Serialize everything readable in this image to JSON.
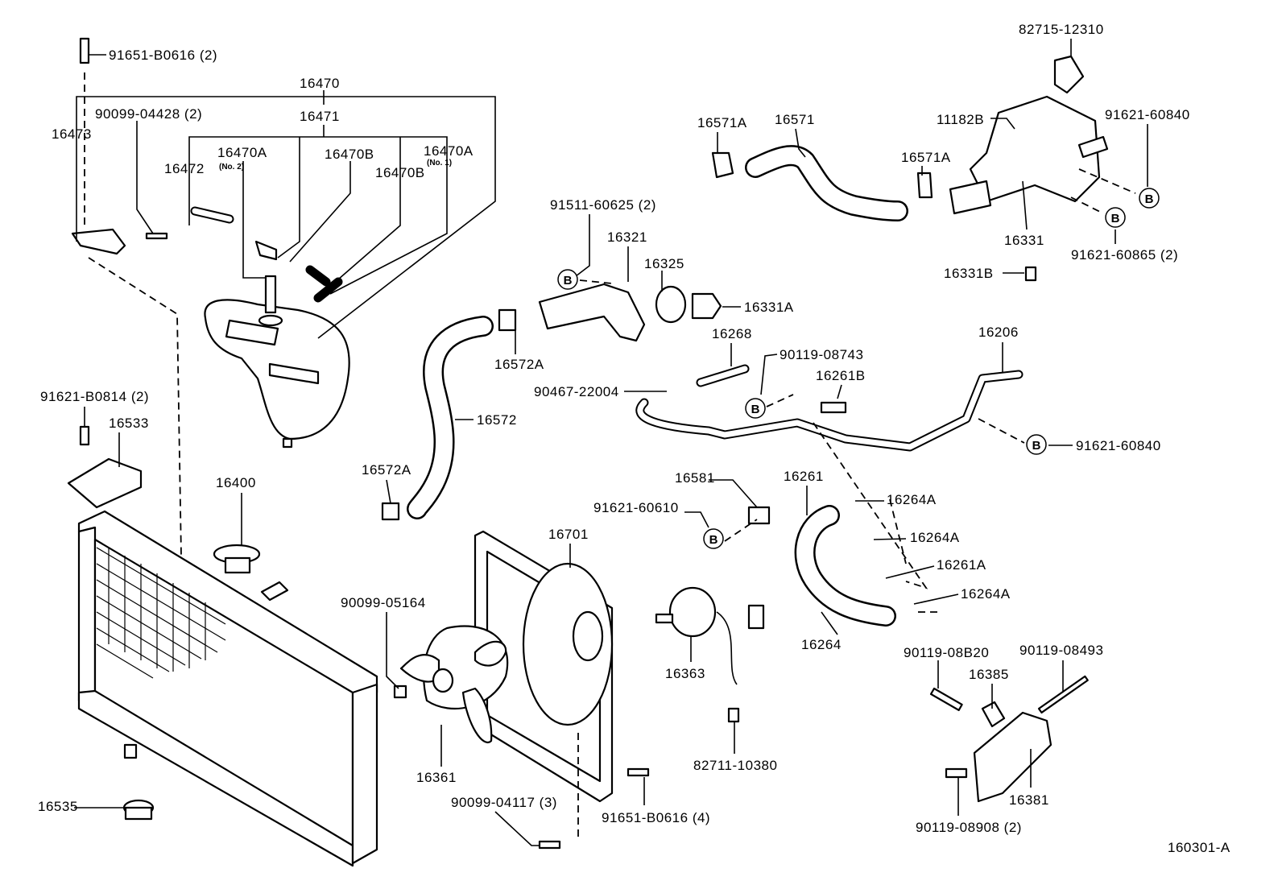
{
  "diagram": {
    "title_code": "160301-A",
    "ref_marker": "B",
    "labels": {
      "bolt_top": "91651-B0616 (2)",
      "reservoir_assy": "16470",
      "bolt_reservoir": "90099-04428 (2)",
      "cap_assy": "16471",
      "bracket_16473": "16473",
      "hose_16470a_no2": "16470A",
      "no2": "(No. 2)",
      "clamp_16470b_1": "16470B",
      "hose_16470a_no1": "16470A",
      "no1": "(No. 1)",
      "hose_16472": "16472",
      "clamp_16470b_2": "16470B",
      "bracket_82715": "82715-12310",
      "clamp_16571a_1": "16571A",
      "hose_16571": "16571",
      "gasket_11182b": "11182B",
      "bolt_91621_60840_top": "91621-60840",
      "clamp_16571a_2": "16571A",
      "bolt_91511": "91511-60625 (2)",
      "inlet_16321": "16321",
      "gasket_16325": "16325",
      "outlet_16331": "16331",
      "bolt_91621_60865": "91621-60865 (2)",
      "plug_16331b": "16331B",
      "thermostat_16331a": "16331A",
      "clamp_16572a_1": "16572A",
      "hose_16268": "16268",
      "bolt_90119_08743": "90119-08743",
      "pipe_16206": "16206",
      "hose_16261b": "16261B",
      "clamp_90467": "90467-22004",
      "bolt_91621_b0814": "91621-B0814 (2)",
      "support_16533": "16533",
      "hose_16572": "16572",
      "bolt_91621_60840_mid": "91621-60840",
      "radiator_16400": "16400",
      "clamp_16572a_2": "16572A",
      "clamp_16581": "16581",
      "hose_16261": "16261",
      "clamp_16264a_1": "16264A",
      "bolt_91621_60610": "91621-60610",
      "shroud_16701": "16701",
      "clamp_16264a_2": "16264A",
      "hose_16261a": "16261A",
      "clamp_16264a_3": "16264A",
      "nut_90099_05164": "90099-05164",
      "hose_16264": "16264",
      "bolt_90119_08b20": "90119-08B20",
      "bolt_90119_08493": "90119-08493",
      "spacer_16385": "16385",
      "motor_16363": "16363",
      "fan_16361": "16361",
      "clamp_82711": "82711-10380",
      "bracket_16381": "16381",
      "cushion_16535": "16535",
      "bolt_90099_04117": "90099-04117 (3)",
      "bolt_91651_b0616_4": "91651-B0616 (4)",
      "bolt_90119_08908": "90119-08908 (2)"
    }
  }
}
